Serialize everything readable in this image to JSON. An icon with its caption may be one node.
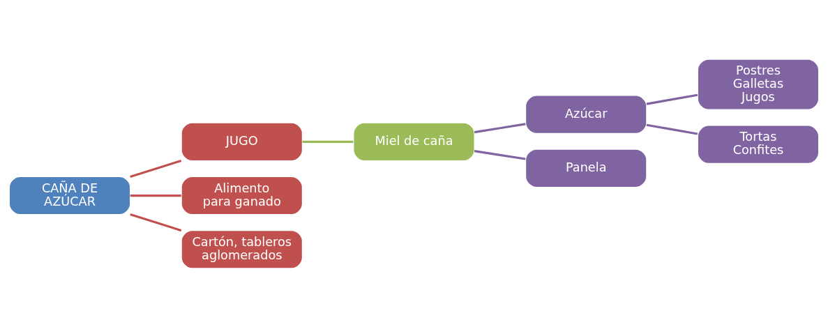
{
  "diagram": {
    "nodes": [
      {
        "text": [
          "CAÑA DE AZÚCAR"
        ]
      },
      {
        "text": [
          "JUGO"
        ]
      },
      {
        "text": [
          "Alimento para ganado"
        ]
      },
      {
        "text": [
          "Cartón, tableros aglomerados"
        ]
      },
      {
        "text": [
          "Miel de caña"
        ]
      },
      {
        "text": [
          "Azúcar"
        ]
      },
      {
        "text": [
          "Panela"
        ]
      },
      {
        "text": [
          "Postres Galletas Jugos"
        ]
      },
      {
        "text": [
          "Tortas Confites"
        ]
      }
    ],
    "edges": [
      {
        "from": 0,
        "to": 1,
        "arrow": "none",
        "color": "#c0504d"
      },
      {
        "from": 0,
        "to": 2,
        "arrow": "none",
        "color": "#c0504d"
      },
      {
        "from": 0,
        "to": 3,
        "arrow": "none",
        "color": "#c0504d"
      },
      {
        "from": 1,
        "to": 4,
        "arrow": "none",
        "color": "#9bbb59"
      },
      {
        "from": 4,
        "to": 5,
        "arrow": "none"
      },
      {
        "from": 4,
        "to": 6,
        "arrow": "none"
      },
      {
        "from": 5,
        "to": 7,
        "arrow": "none"
      },
      {
        "from": 5,
        "to": 8,
        "arrow": "none"
      }
    ]
  }
}
